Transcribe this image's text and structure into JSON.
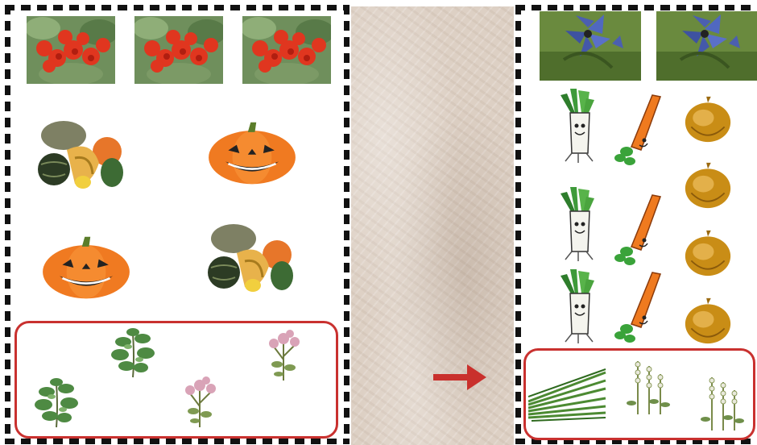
{
  "colors": {
    "frame": "#c9312f",
    "arrow": "#c9302c",
    "paper": "#ddd0c4",
    "border": "#111111"
  },
  "left_panel": {
    "flowers": [
      "red-flowers-image",
      "red-flowers-image",
      "red-flowers-image"
    ],
    "squash": [
      "squash-image",
      "pumpkin-image",
      "pumpkin-image",
      "squash-image"
    ],
    "herbs": [
      "green-herb-image",
      "green-herb-image",
      "pink-herb-image",
      "pink-herb-image"
    ]
  },
  "right_panel": {
    "flowers": [
      "blue-flower-image",
      "blue-flower-image"
    ],
    "rows": [
      [
        "leek-image",
        "carrot-image",
        "onion-image"
      ],
      [
        "onion-image"
      ],
      [
        "leek-image",
        "carrot-image",
        "onion-image"
      ],
      [
        "leek-image",
        "carrot-image",
        "onion-image"
      ]
    ],
    "herbs": [
      "chives-image",
      "white-herb-image",
      "white-herb-image"
    ]
  },
  "arrow": {
    "icon": "right-arrow-icon"
  }
}
